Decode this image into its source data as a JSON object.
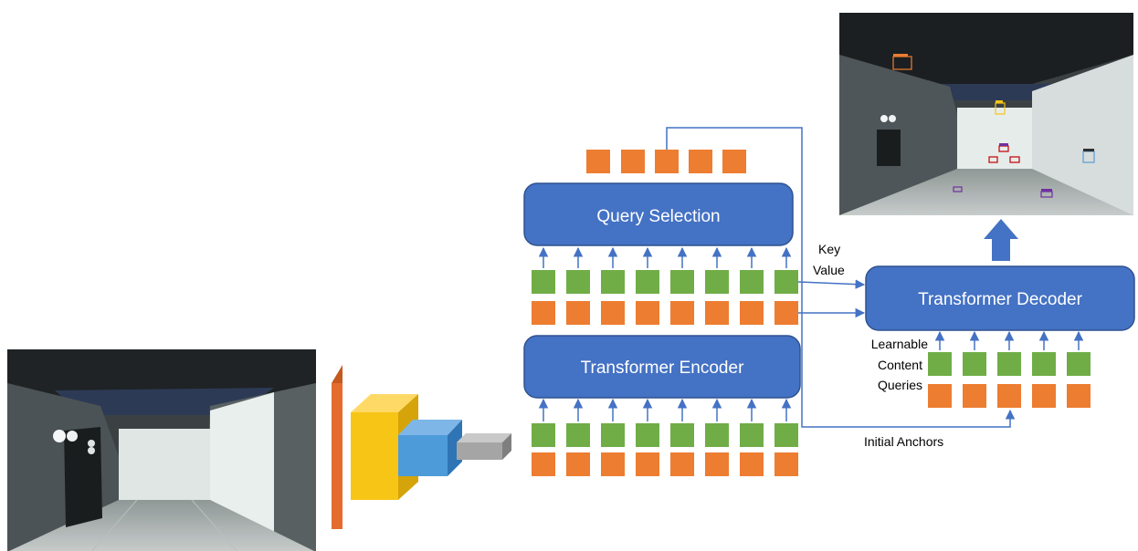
{
  "blocks": {
    "query_selection": "Query Selection",
    "transformer_encoder": "Transformer Encoder",
    "transformer_decoder": "Transformer Decoder"
  },
  "labels": {
    "key": "Key",
    "value": "Value",
    "learnable": "Learnable",
    "content": "Content",
    "queries": "Queries",
    "initial_anchors": "Initial Anchors"
  },
  "colors": {
    "block_blue": "#4472C4",
    "token_green": "#70AD47",
    "token_orange": "#ED7D31",
    "arrow_blue": "#4472C4",
    "backbone_orange": "#E46C2E",
    "backbone_yellow": "#F7C516",
    "backbone_blue": "#4E9BD9",
    "backbone_gray": "#A5A5A5"
  }
}
